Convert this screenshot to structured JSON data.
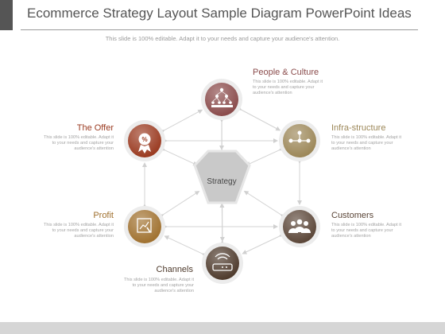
{
  "title": "Ecommerce Strategy Layout Sample Diagram PowerPoint Ideas",
  "subtitle": "This slide is 100% editable. Adapt it to your needs and capture your audience's attention.",
  "center": {
    "label": "Strategy",
    "color": "#c9c9c9"
  },
  "nodes": [
    {
      "id": "people",
      "label": "People & Culture",
      "desc": "This slide is 100% editable. Adapt it to your needs and capture your audience's attention",
      "color": "#8a4b4b",
      "label_color": "#8a4b4b",
      "icon": "org-chart-icon"
    },
    {
      "id": "infra",
      "label": "Infra-structure",
      "desc": "This slide is 100% editable. Adapt it to your needs and capture your audience's attention",
      "color": "#9c8758",
      "label_color": "#9c8758",
      "icon": "network-icon"
    },
    {
      "id": "customers",
      "label": "Customers",
      "desc": "This slide is 100% editable. Adapt it to your needs and capture your audience's attention",
      "color": "#5b4638",
      "label_color": "#5b4638",
      "icon": "group-icon"
    },
    {
      "id": "channels",
      "label": "Channels",
      "desc": "This slide is 100% editable. Adapt it to your needs and capture your audience's attention",
      "color": "#4e3a2c",
      "label_color": "#4e3a2c",
      "icon": "router-icon"
    },
    {
      "id": "profit",
      "label": "Profit",
      "desc": "This slide is 100% editable. Adapt it to your needs and capture your audience's attention",
      "color": "#a0712f",
      "label_color": "#a0712f",
      "icon": "chart-icon"
    },
    {
      "id": "offer",
      "label": "The Offer",
      "desc": "This slide is 100% editable. Adapt it to your needs and capture your audience's attention",
      "color": "#9a3a20",
      "label_color": "#9a3a20",
      "icon": "percent-badge-icon",
      "icon_text": "%"
    }
  ]
}
